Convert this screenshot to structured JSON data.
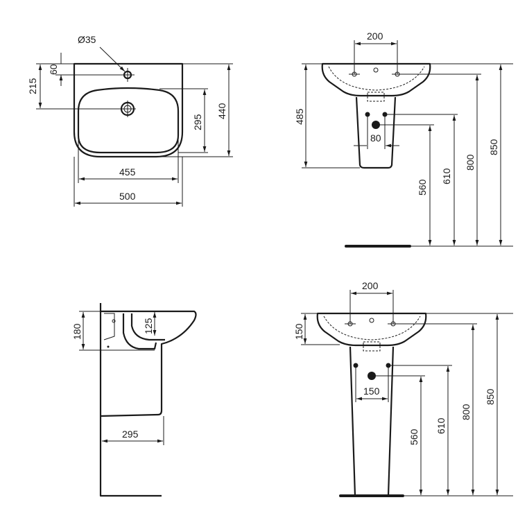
{
  "views": {
    "top": {
      "diameter": "Ø35",
      "d60": "60",
      "d215": "215",
      "d295": "295",
      "d440": "440",
      "d455": "455",
      "d500": "500"
    },
    "front_semi": {
      "d200": "200",
      "d485": "485",
      "d80": "80",
      "d560": "560",
      "d610": "610",
      "d800": "800",
      "d850": "850"
    },
    "side": {
      "d180": "180",
      "d125": "125",
      "d295": "295"
    },
    "front_full": {
      "d200": "200",
      "d150h": "150",
      "d150w": "150",
      "d560": "560",
      "d610": "610",
      "d800": "800",
      "d850": "850"
    }
  },
  "colors": {
    "line": "#1a1a1a",
    "background": "#ffffff"
  }
}
